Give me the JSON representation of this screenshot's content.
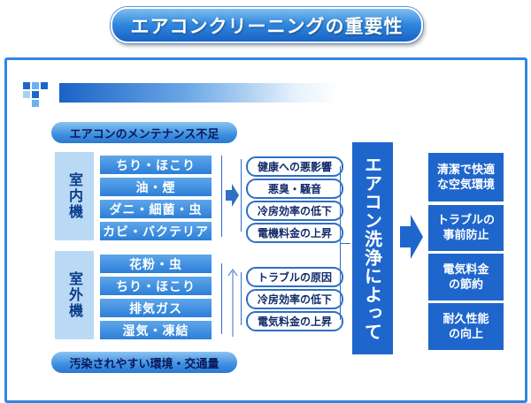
{
  "title": "エアコンクリーニングの重要性",
  "top_pill": "エアコンのメンテナンス不足",
  "bottom_pill": "汚染されやすい環境・交通量",
  "indoor": {
    "label": "室内機",
    "causes": [
      "ちり・ほこり",
      "油・煙",
      "ダニ・細菌・虫",
      "カビ・バクテリア"
    ],
    "effects": [
      "健康への悪影響",
      "悪臭・騒音",
      "冷房効率の低下",
      "電機料金の上昇"
    ]
  },
  "outdoor": {
    "label": "室外機",
    "causes": [
      "花粉・虫",
      "ちり・ほこり",
      "排気ガス",
      "湿気・凍結"
    ],
    "effects": [
      "トラブルの原因",
      "冷房効率の低下",
      "電気料金の上昇"
    ]
  },
  "center": "エアコン洗浄によって",
  "results": [
    [
      "清潔で快適",
      "な空気環境"
    ],
    [
      "トラブルの",
      "事前防止"
    ],
    [
      "電気料金",
      "の節約"
    ],
    [
      "耐久性能",
      "の向上"
    ]
  ],
  "colors": {
    "primary": "#1f66cc",
    "accent": "#2f88e0",
    "light": "#b9d9f5"
  }
}
